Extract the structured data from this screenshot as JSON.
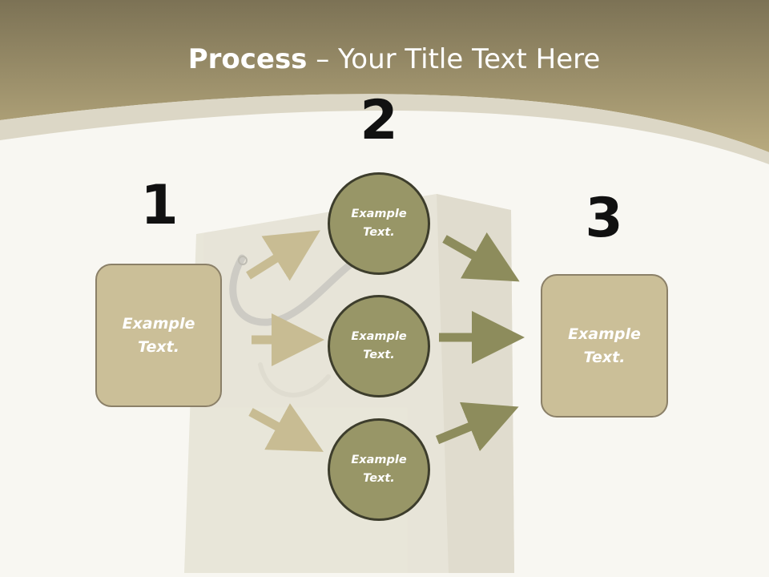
{
  "title": {
    "bold": "Process",
    "rest": " – Your Title Text Here"
  },
  "steps": {
    "one": {
      "number": "1",
      "line1": "Example",
      "line2": "Text."
    },
    "two": {
      "number": "2"
    },
    "three": {
      "number": "3",
      "line1": "Example",
      "line2": "Text."
    }
  },
  "circles": [
    {
      "line1": "Example",
      "line2": "Text."
    },
    {
      "line1": "Example",
      "line2": "Text."
    },
    {
      "line1": "Example",
      "line2": "Text."
    }
  ],
  "colors": {
    "header_dark": "#7c7255",
    "header_light": "#b6a87c",
    "box_fill": "#cbbf98",
    "circle_fill": "#989667",
    "arrow_light": "#c8bc93",
    "arrow_dark": "#8d8c5c"
  }
}
